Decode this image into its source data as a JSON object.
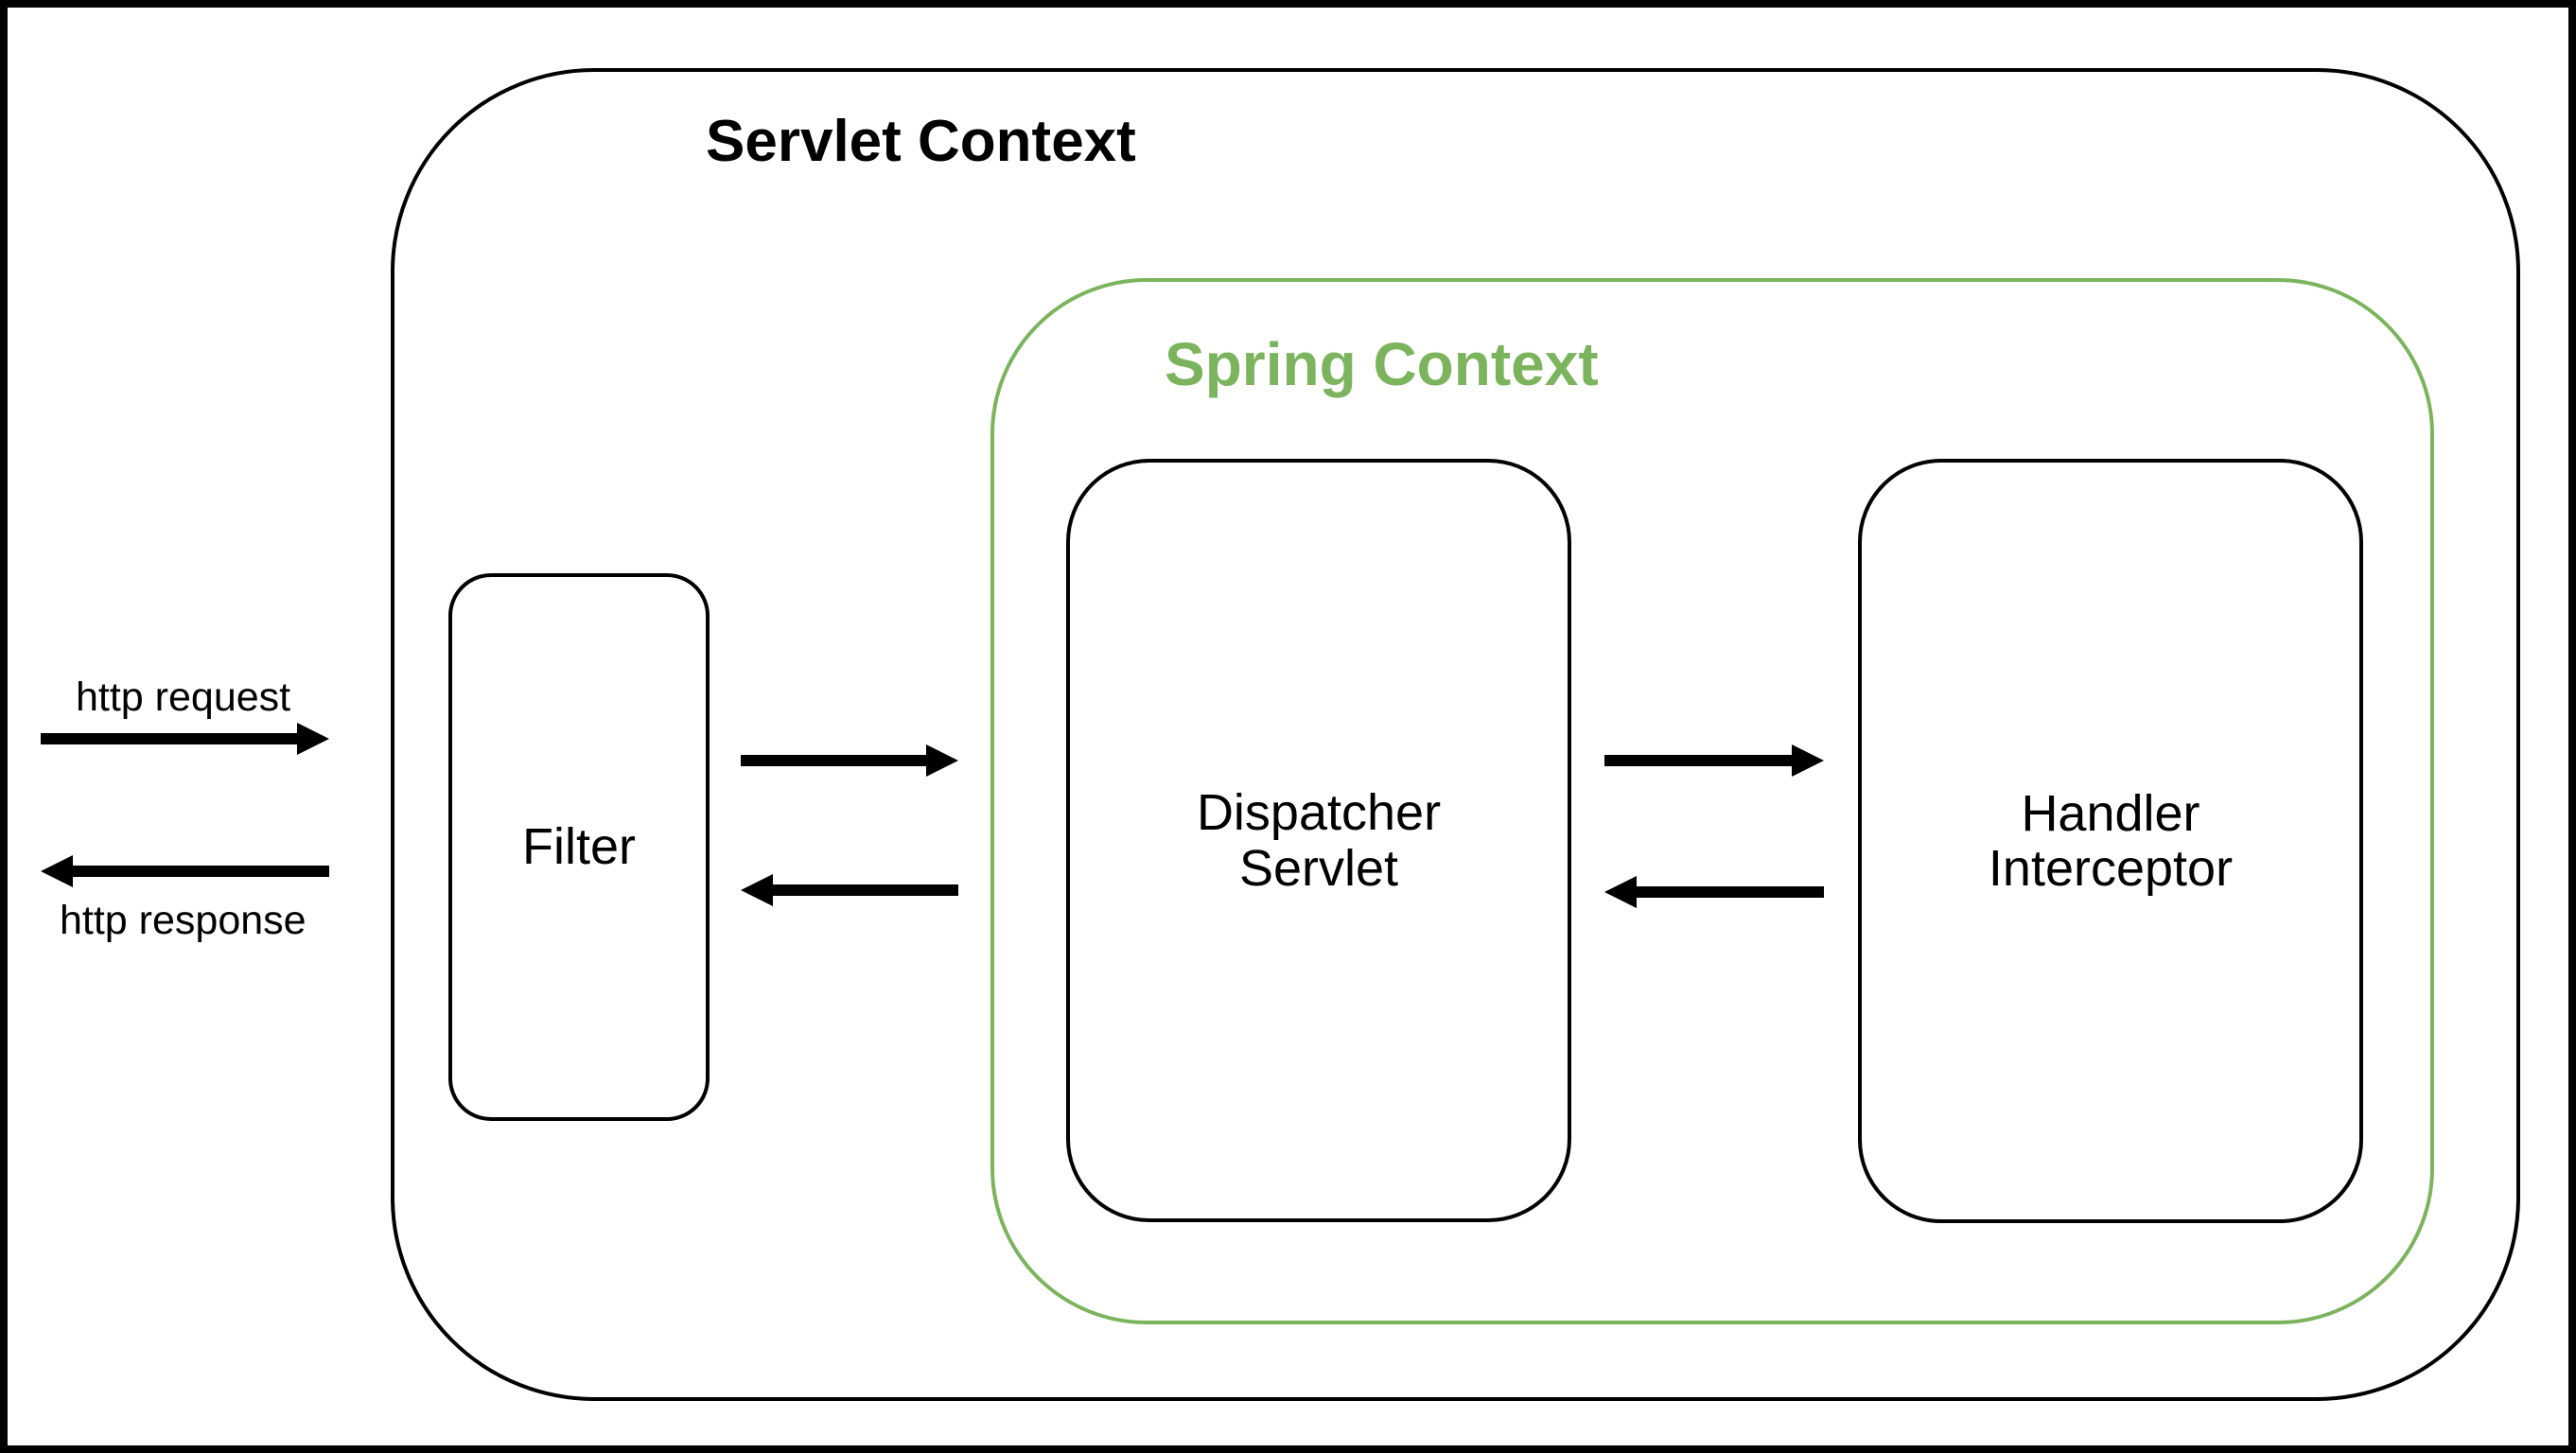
{
  "colors": {
    "green_accent": "#7CB45E",
    "stroke": "#000000",
    "background": "#FFFFFF"
  },
  "containers": {
    "servlet_context": {
      "title": "Servlet Context"
    },
    "spring_context": {
      "title": "Spring Context"
    }
  },
  "nodes": {
    "filter": {
      "label": "Filter"
    },
    "dispatcher_servlet": {
      "line1": "Dispatcher",
      "line2": "Servlet"
    },
    "handler_interceptor": {
      "line1": "Handler",
      "line2": "Interceptor"
    }
  },
  "edges": {
    "http_request": {
      "label": "http request",
      "direction": "right"
    },
    "http_response": {
      "label": "http response",
      "direction": "left"
    },
    "filter_to_spring": {
      "direction": "right"
    },
    "spring_to_filter": {
      "direction": "left"
    },
    "dispatcher_to_handler": {
      "direction": "right"
    },
    "handler_to_dispatcher": {
      "direction": "left"
    }
  }
}
